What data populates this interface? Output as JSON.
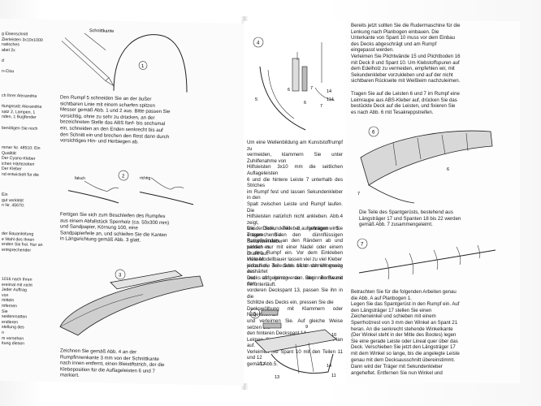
{
  "left_page": {
    "sidebar": [
      "g Eisenschnitt\nZierleisten 3x10x1000\nnatisches\nabel 2x\n\nd\n\nn-Clou",
      "ch Ihrer Alexandria\n\nttungssatz Alexandria\nsatz 2, Lampen, 1\nnden, 1 Bugfender\n\nbenötigen Sie noch",
      "mmer Nr. 48510: Ein\nQualität\nDer Cyano-Kleber\nichen Härtezeiten\nDer Kleber\nnd entwickelt für die",
      "Ein\ngut verklebt\nn Nr. 45670:",
      "der Bauanleitung\ne Wahl des Ihnen\nenden Sie frei. Nur an\nentsprechender",
      "1016 nach Ihren\nereimal mit nicht\nJeder Auftrag\nvon\nmitteln\nmfernen\nSie\nseidenmatten\nendieren\nstellung des\nn\nm versehen\nitung diesen"
    ],
    "labels": {
      "schnittkante": "Schnittkante",
      "falsch": "falsch",
      "richtig": "richtig"
    },
    "figure_numbers": [
      "1",
      "2",
      "3"
    ],
    "paragraphs": [
      "Den Rumpf 5 schneiden Sie an der äußer\nsichtbaren Linie mit einem scharfen spitzen\nMesser gemäß Abb. 1 und 2 aus. Bitte passen Sie\nvorsichtig, ohne zu sehr zu drücken, an der\nbezeichneten Stelle das ABS fünf- bis sechsmal\nein, schneiden an den Enden senkrecht bis auf\nden Schnitt ein und brechen den Rest dann durch\nvorsichtiges Hin- und Herbiegen ab.",
      "Fertigen Sie sich zum Beschleifen des Rumpfes\naus einem Abfallstück Sperrholz (ca. 50x300 mm)\nund Sandpapier, Körnung 100, eine\nSandpapierfeile an, und schleifen Sie die Kanten\nin Längsrichtung gemäß Abb. 3 glatt.",
      "Zeichnen Sie gemäß Abb. 4 an der\nRumpfinnenkante 3 mm von der Schnittkante\nnach innen entfernt, einen Bleistiftstrich, der die\nKlebeposition für die Auflageleisten 6 und 7\nmarkiert."
    ]
  },
  "middle_page": {
    "figure_numbers": [
      "4",
      "5"
    ],
    "callouts_fig4": [
      "5",
      "6",
      "7",
      "6",
      "7",
      "14",
      "114"
    ],
    "callouts_fig5": [
      "9",
      "10",
      "12",
      "13",
      "14",
      "11"
    ],
    "paragraphs": [
      "Um eine Wellenbildung am Kunststoffrumpf zu\nvermeiden, klammern Sie unter Zuhilfenahme von\nHilfsleisten 3x10 mm die seitlichen Auflageleisten\n6 und die hintere Leiste 7 unterhalb des Striches\nim Rumpf fest und lassen Sekundenkleber in den\nSpalt zwischen Leiste und Rumpf laufen. Die\nHilfsleisten natürlich nicht ankleben. Abb.4 zeigt,\nwie der Sekundenkleber aufgetragen wird.\nTragen Sie den dünnflüssigen Sekundenkleber\nwirklich nur mit einer Nadel oder einem Draht auf.\nViele Modellbauer lassen viel zu viel Kleber\neinlaufen, der dann nicht schnell genug aushärtet\nund oft genug an der Bordwand herunterläuft.",
      "Das Deck, Teil 8, schrägen Sie entsprechend den\nRumpfwänden an den Rändern ab und passen es\nin den Rumpf ein. Vor dem Einkleben müssen\njedoch die Teile 9 bis 16 an der Unterseite des\nDecks aufgeleimt werden. Beginnen Sie mit dem\nvorderen Deckspant 13, passen Sie ihn in die\nSchlitze des Decks ein, pressen Sie die\nDeckswölbung mit Klammern oder Nägelchen an\nund verleimen Sie. Auf gleiche Weise setzen Sie\nden hinteren Deckspant 14.\nLeimen Sie die Verstärkung 9 nach Plan auf.\nVerleimen Sie Spant 10 mit den Teilen 11 und 12\ngemäß Abb.5."
    ]
  },
  "right_page": {
    "figure_numbers": [
      "6",
      "7"
    ],
    "callouts_fig6": [
      "7",
      "6"
    ],
    "paragraphs": [
      "Bereits jetzt sollten Sie die Rudermaschine für die\nLenkung nach Planbogen einbauen. Die\nUnterkante von Spant 10 muss vor dem Einbau\ndes Decks abgeschrägt und am Rumpf\neingepasst werden.\nVerleimen Sie Plichtwände 15 und Plichtboden 16\nmit Deck 8 und Spant 10. Um Klebstoffspuren auf\ndem Edelholz zu vermeiden, empfehlen wir, mit\nSekundenkleber vorzukleben und auf der nicht\nsichtbaren Rückseite mit Weißleim nachzuleimen.",
      "Tragen Sie auf die Leisten 6 und 7 im Rumpf eine\nLeimraupe aus ABS-Kleber auf, drücken Sie das\nbestückte Deck auf die Leisten, und fixieren Sie\nes nach Abb. 6 mit Tesakreppstreifen.",
      "Die Teile des Spantgerüsts, bestehend aus\nLängsträger 17 und Spanten 18 bis 22 werden\ngemäß Abb. 7 zusammengeleimt.",
      "Betrachten Sie für die folgenden Arbeiten genau\ndie Abb. A auf Planbogen 1.\nLegen Sie das Spantgerüst in den Rumpf ein. Auf\nden Längsträger 17 stellen Sie einen\nZeichenwinkel und schieben mit einem\nSperrholzrest von 3 mm den Winkel an Spant 21\nheran. An die senkrecht stehende Winkelkante\n(Der Winkel steht in der Mitte des Bootes) legen\nSie eine gerade Leiste oder Lineal quer über das\nDeck. Verschieben Sie jetzt den Längsträger 17\nmit dem Winkel so lange, bis die angelegte Leiste\ngenau mit dem Decksausschnitt übereinstimmt.",
      "Dann wird der Träger mit Sekundenkleber\nangeheftet. Entfernen Sie nun Winkel und"
    ]
  }
}
